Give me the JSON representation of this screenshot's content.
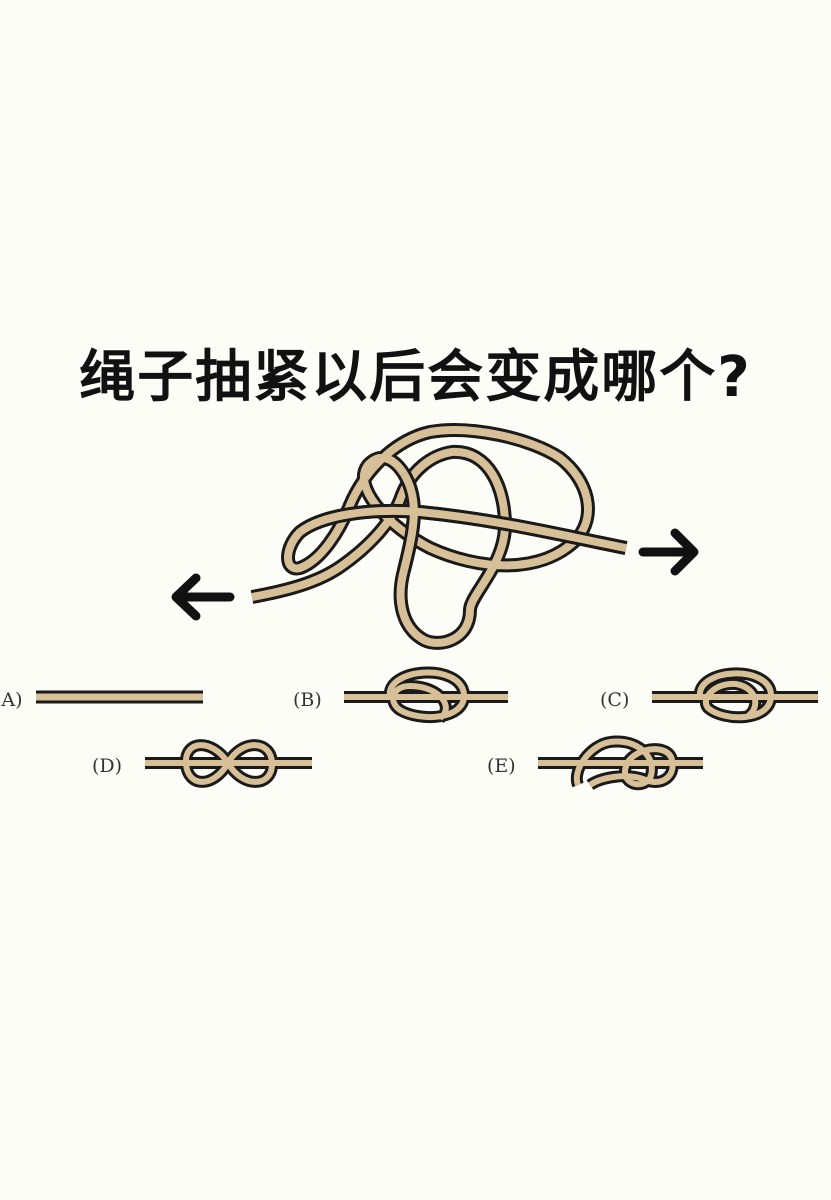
{
  "title": "绳子抽紧以后会变成哪个?",
  "options": [
    {
      "id": "A",
      "label": "(A)"
    },
    {
      "id": "B",
      "label": "(B)"
    },
    {
      "id": "C",
      "label": "(C)"
    },
    {
      "id": "D",
      "label": "(D)"
    },
    {
      "id": "E",
      "label": "(E)"
    }
  ],
  "colors": {
    "background": "#fdfdf8",
    "rope_fill": "#d7bf97",
    "rope_outline": "#1a1a1a",
    "arrow": "#111111",
    "text": "#111111"
  }
}
